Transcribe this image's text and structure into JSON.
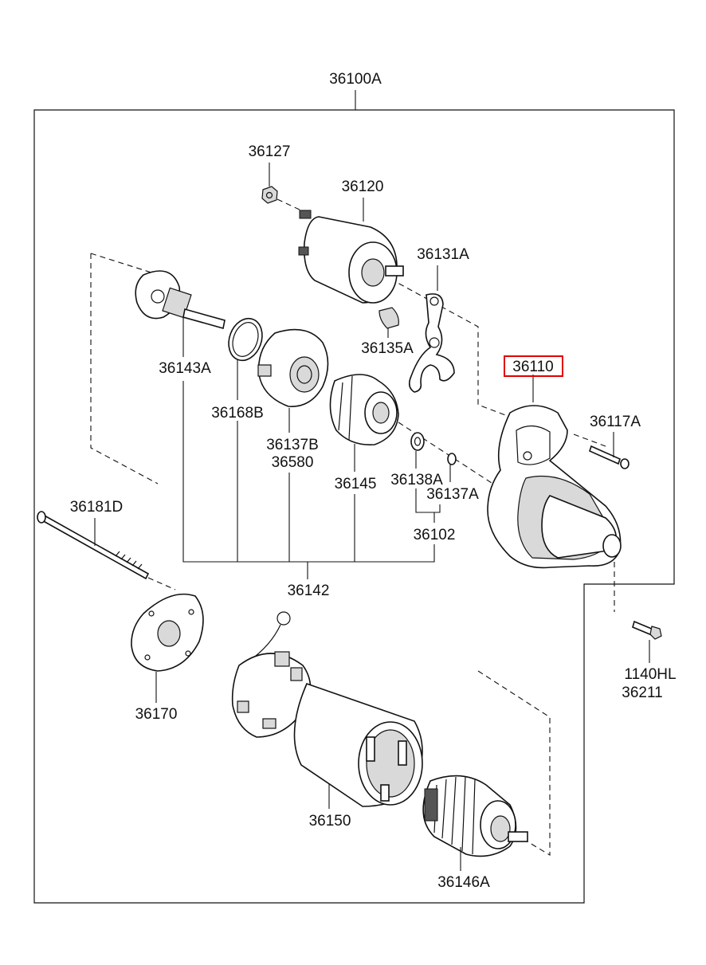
{
  "labels": {
    "assembly": "36100A",
    "p36127": "36127",
    "p36120": "36120",
    "p36131A": "36131A",
    "p36135A": "36135A",
    "p36143A": "36143A",
    "p36168B": "36168B",
    "p36137B": "36137B",
    "p36580": "36580",
    "p36145": "36145",
    "p36138A": "36138A",
    "p36137A": "36137A",
    "p36102": "36102",
    "p36110": "36110",
    "p36117A": "36117A",
    "p36181D": "36181D",
    "p36142": "36142",
    "p1140HL": "1140HL",
    "p36211": "36211",
    "p36170": "36170",
    "p36150": "36150",
    "p36146A": "36146A"
  },
  "highlight": {
    "part": "36110",
    "color": "#e00000"
  }
}
